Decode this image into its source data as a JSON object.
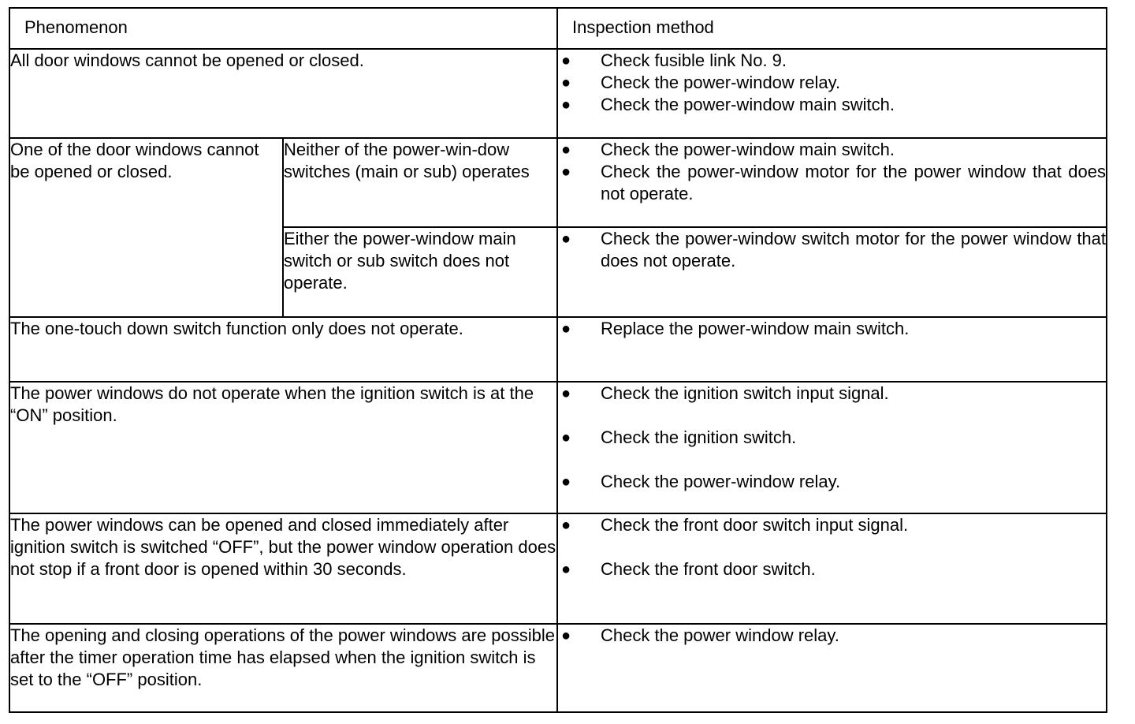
{
  "header": {
    "phenomenon": "Phenomenon",
    "inspection": "Inspection method"
  },
  "rows": [
    {
      "phenomenon": "All door windows cannot be opened or closed.",
      "checks": [
        "Check fusible link No. 9.",
        "Check the power-window relay.",
        "Check the power-window main switch."
      ]
    },
    {
      "phenomenon": "One of the door windows cannot be opened or closed.",
      "sub": [
        {
          "condition": "Neither of the power-win-dow switches (main or sub) operates",
          "checks": [
            "Check the power-window main switch.",
            "Check the power-window motor for the power window that does not operate."
          ]
        },
        {
          "condition": "Either the power-window main switch or sub switch does not operate.",
          "checks": [
            "Check the power-window switch motor for the power window that does not operate."
          ]
        }
      ]
    },
    {
      "phenomenon": "The one-touch down switch function only does not operate.",
      "checks": [
        "Replace the power-window main switch."
      ]
    },
    {
      "phenomenon": "The power windows do not operate when the ignition switch is at the “ON” position.",
      "checks": [
        "Check the ignition switch input signal.",
        "Check the ignition switch.",
        "Check the power-window relay."
      ]
    },
    {
      "phenomenon": "The power windows can be opened and closed immediately after ignition switch is switched “OFF”, but the power window operation does not stop if a front door is opened within 30 seconds.",
      "checks": [
        "Check the front door switch input signal.",
        "Check the front door switch."
      ]
    },
    {
      "phenomenon": "The opening and closing operations of the power windows are possible after the timer operation time has elapsed when the ignition switch is set to the “OFF” position.",
      "checks": [
        "Check the power window relay."
      ]
    }
  ],
  "bullet": "●"
}
